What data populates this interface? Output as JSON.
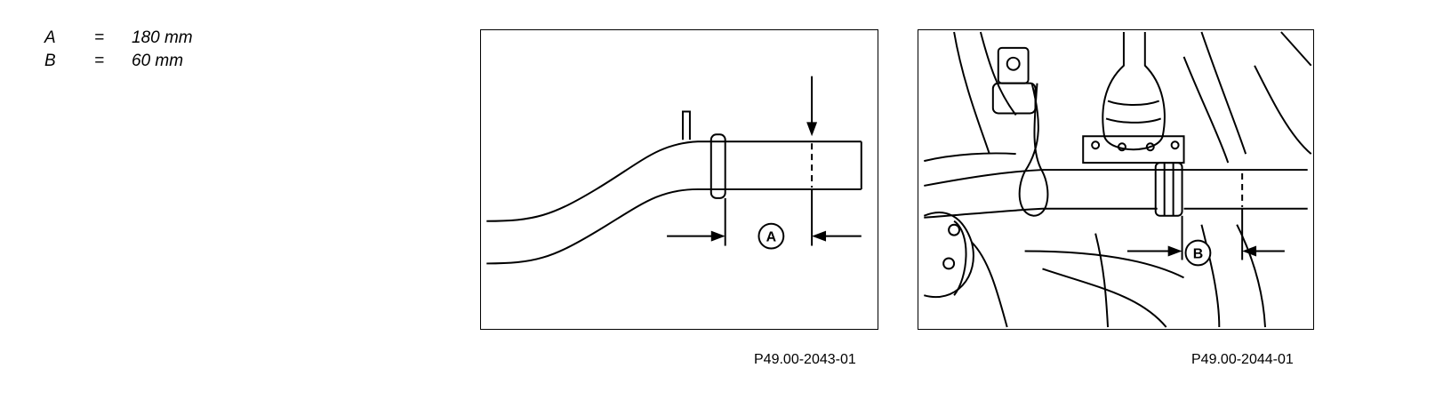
{
  "legend": [
    {
      "key": "A",
      "eq": "=",
      "value": "180 mm"
    },
    {
      "key": "B",
      "eq": "=",
      "value": "60 mm"
    }
  ],
  "figure1": {
    "code": "P49.00-2043-01",
    "callout": "A"
  },
  "figure2": {
    "code": "P49.00-2044-01",
    "callout": "B"
  }
}
